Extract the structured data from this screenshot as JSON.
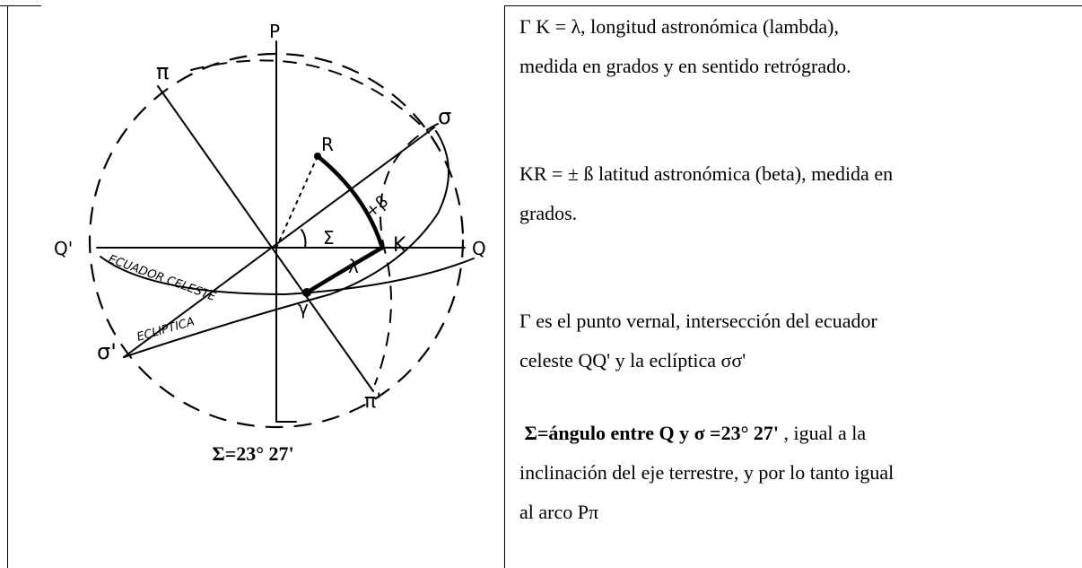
{
  "diagram": {
    "labels": {
      "P": "P",
      "pi": "π",
      "pi_prime": "π'",
      "Q": "Q",
      "Q_prime": "Q'",
      "R": "R",
      "K": "K",
      "sigma": "σ",
      "sigma_prime": "σ'",
      "Sigma": "Σ",
      "beta": "+β",
      "lambda": "λ",
      "gamma": "γ",
      "ecuador": "ECUADOR CELESTE",
      "ecliptica": "ECLIPTICA"
    },
    "caption": "Σ=23° 27'"
  },
  "text": {
    "p1_line1": "Γ K = λ, longitud astronómica (lambda),",
    "p1_line2": "medida en grados y en sentido retrógrado.",
    "p2_line1": "KR = ± ß latitud astronómica (beta), medida en",
    "p2_line2": "grados.",
    "p3_line1": "Γ es el punto vernal, intersección del ecuador",
    "p3_line2": "celeste QQ' y la eclíptica σσ'",
    "p4_bold": "Σ=ángulo entre Q y σ =23° 27'",
    "p4_rest": " , igual a la",
    "p4_line2": "inclinación del eje terrestre, y por lo tanto igual",
    "p4_line3": "al arco Pπ"
  }
}
